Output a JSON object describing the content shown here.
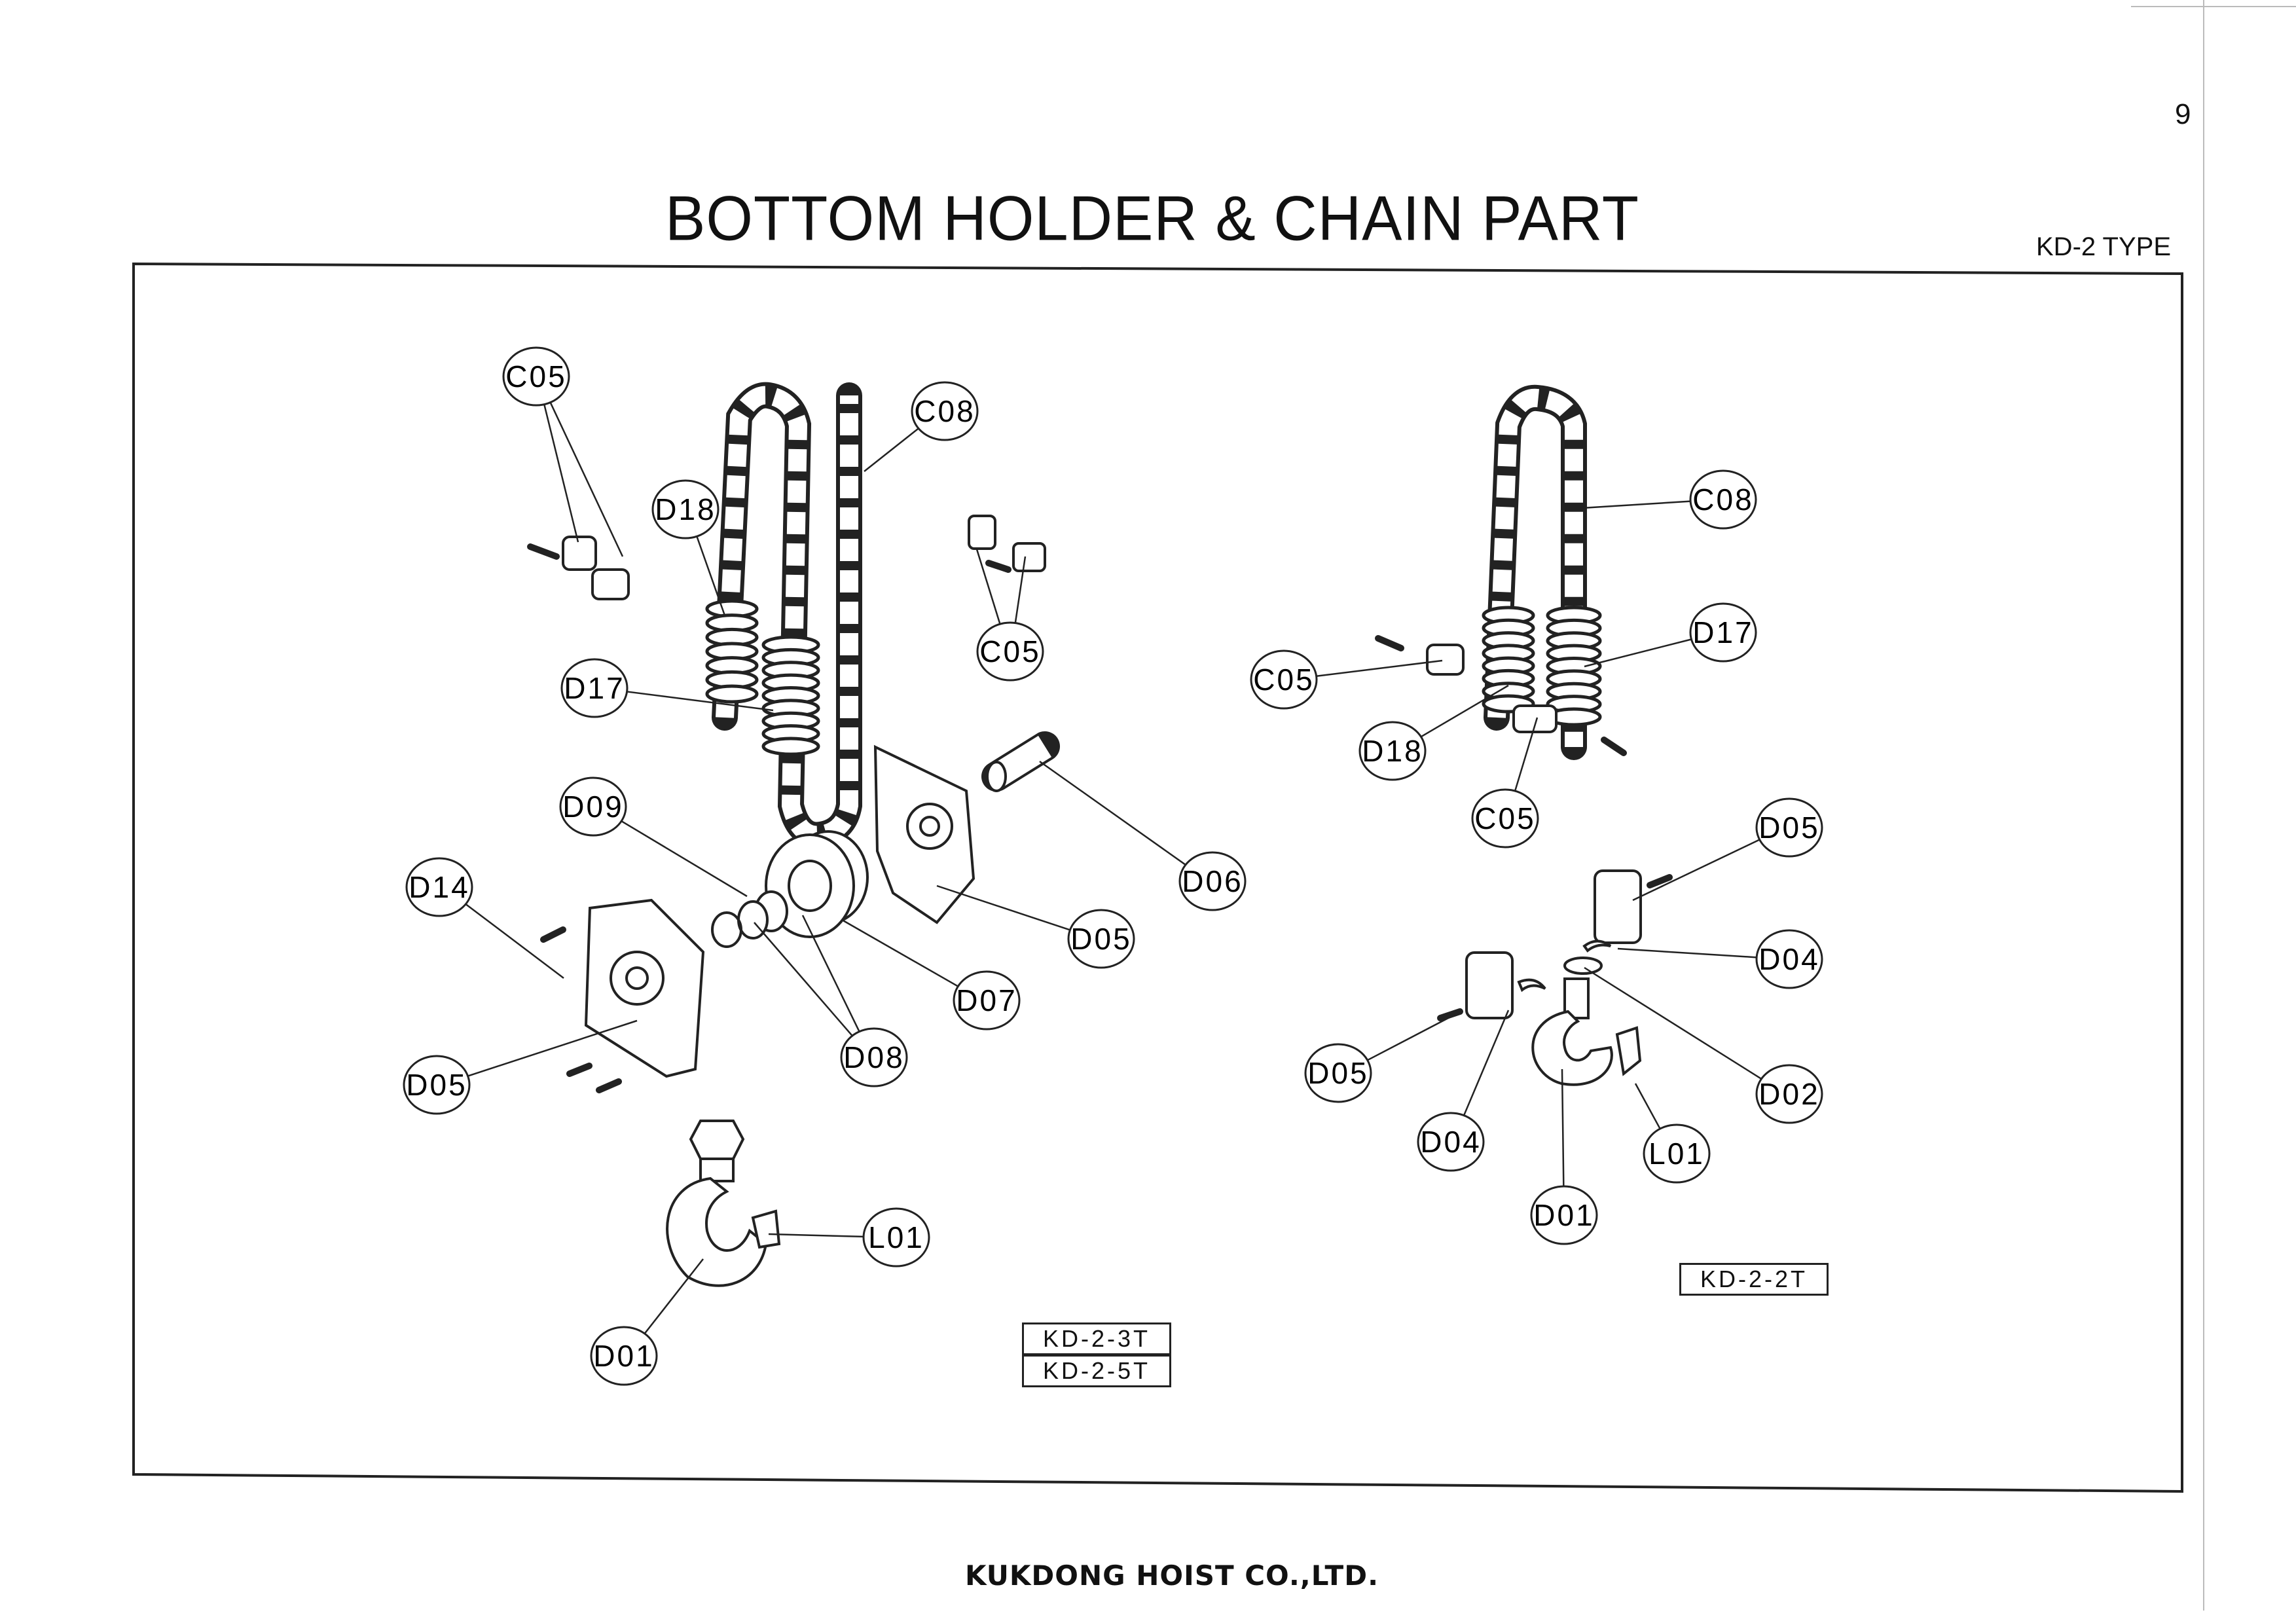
{
  "page_number": "9",
  "title": "BOTTOM HOLDER & CHAIN PART",
  "type_label": "KD-2 TYPE",
  "footer": "KUKDONG HOIST CO.,LTD.",
  "left_assembly": {
    "models": [
      "KD-2-3T",
      "KD-2-5T"
    ],
    "callouts": [
      "C05",
      "C08",
      "D18",
      "C05",
      "D17",
      "D09",
      "D14",
      "D06",
      "D05",
      "D07",
      "D08",
      "D05",
      "L01",
      "D01"
    ]
  },
  "right_assembly": {
    "models": [
      "KD-2-2T"
    ],
    "callouts": [
      "C08",
      "D17",
      "C05",
      "D18",
      "C05",
      "D05",
      "D04",
      "D05",
      "D02",
      "D04",
      "L01",
      "D01"
    ]
  }
}
